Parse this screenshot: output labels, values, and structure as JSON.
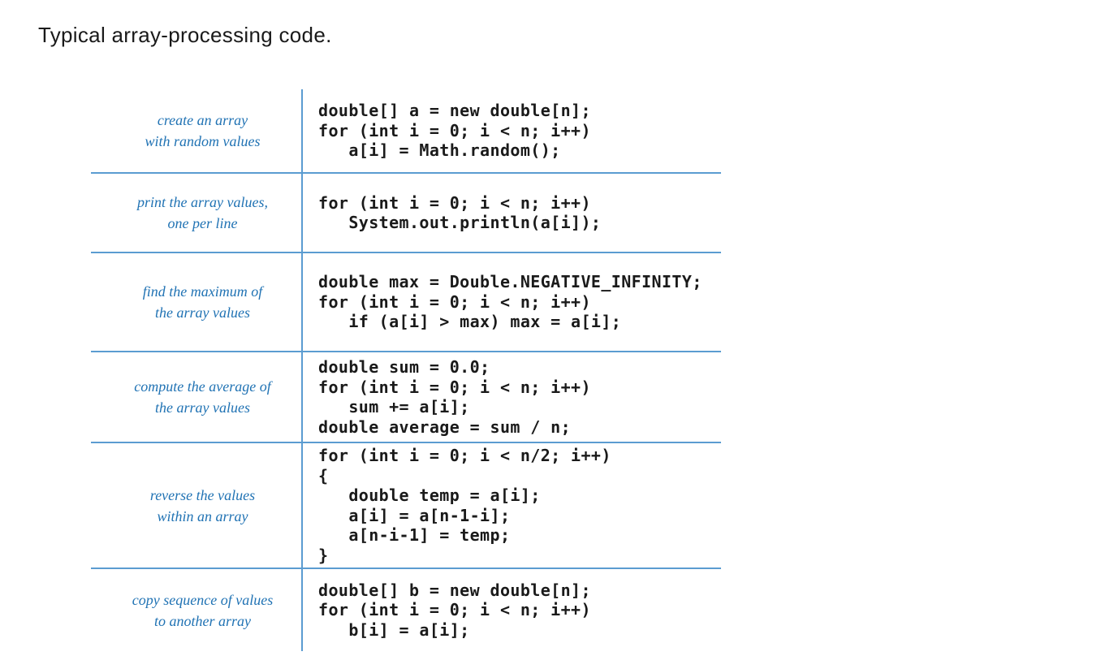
{
  "page_title": "Typical array-processing code.",
  "colors": {
    "label_blue": "#2173b4",
    "rule_blue": "#5b9cd1",
    "code_text": "#1a1a1a",
    "background": "#ffffff"
  },
  "table": {
    "rows": [
      {
        "label": "create an array\nwith random values",
        "code": "double[] a = new double[n];\nfor (int i = 0; i < n; i++)\n   a[i] = Math.random();"
      },
      {
        "label": "print the array values,\none per line",
        "code": "for (int i = 0; i < n; i++)\n   System.out.println(a[i]);"
      },
      {
        "label": "find the maximum of\nthe array values",
        "code": "double max = Double.NEGATIVE_INFINITY;\nfor (int i = 0; i < n; i++)\n   if (a[i] > max) max = a[i];"
      },
      {
        "label": "compute the average of\nthe array values",
        "code": "double sum = 0.0;\nfor (int i = 0; i < n; i++)\n   sum += a[i];\ndouble average = sum / n;"
      },
      {
        "label": "reverse the values\nwithin an array",
        "code": "for (int i = 0; i < n/2; i++)\n{\n   double temp = a[i];\n   a[i] = a[n-1-i];\n   a[n-i-1] = temp;\n}"
      },
      {
        "label": "copy sequence of values\nto another array",
        "code": "double[] b = new double[n];\nfor (int i = 0; i < n; i++)\n   b[i] = a[i];"
      }
    ]
  }
}
